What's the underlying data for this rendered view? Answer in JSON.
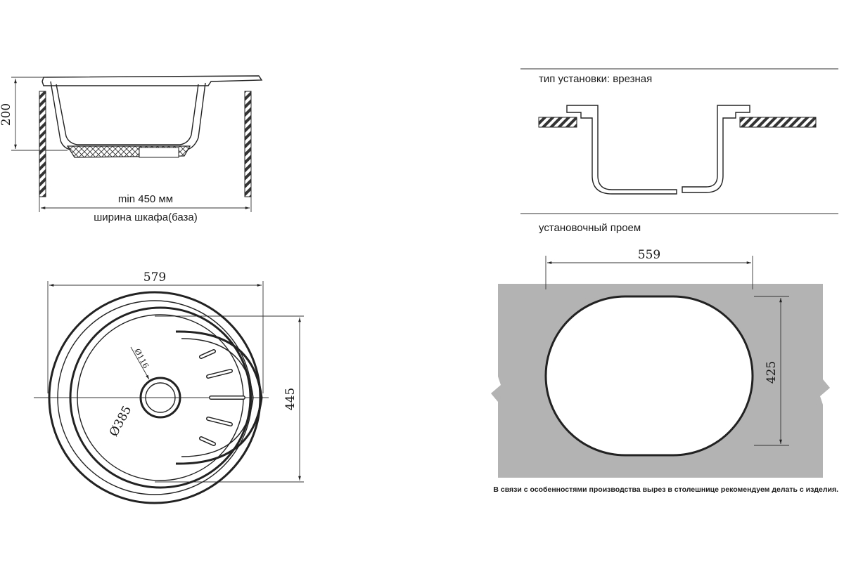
{
  "side_view": {
    "height_label": "200",
    "cabinet_min_label": "min 450 мм",
    "cabinet_caption": "ширина шкафа(база)"
  },
  "top_view": {
    "width_label": "579",
    "depth_label": "445",
    "bowl_diameter_label": "Ø385",
    "drain_diameter_label": "Ø116"
  },
  "install": {
    "type_label": "тип установки: врезная",
    "cutout_label": "установочный проем",
    "cutout_width_label": "559",
    "cutout_depth_label": "425",
    "note": "В связи с особенностями производства вырез в столешнице рекомендуем делать с изделия."
  },
  "colors": {
    "countertop_gray": "#b3b3b3",
    "line": "#222222"
  }
}
